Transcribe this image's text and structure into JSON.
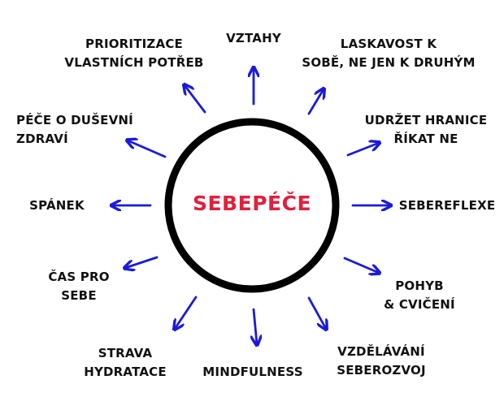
{
  "center": {
    "title": "SEBEPÉČE"
  },
  "colors": {
    "ring": "#000000",
    "arrow": "#1a1adb",
    "title": "#e0203c",
    "text": "#111111"
  },
  "items": [
    {
      "id": "vztahy",
      "lines": [
        "VZTAHY"
      ]
    },
    {
      "id": "laskavost",
      "lines": [
        "LASKAVOST K",
        "SOBĚ, NE JEN K  DRUHÝM"
      ]
    },
    {
      "id": "hranice",
      "lines": [
        "UDRŽET HRANICE",
        "ŘÍKAT NE"
      ]
    },
    {
      "id": "sebereflexe",
      "lines": [
        "SEBEREFLEXE"
      ]
    },
    {
      "id": "pohyb",
      "lines": [
        "POHYB",
        "& CVIČENÍ"
      ]
    },
    {
      "id": "vzdelavani",
      "lines": [
        "VZDĚLÁVÁNÍ",
        "SEBEROZVOJ"
      ]
    },
    {
      "id": "mindfulness",
      "lines": [
        "MINDFULNESS"
      ]
    },
    {
      "id": "strava",
      "lines": [
        "STRAVA",
        "HYDRATACE"
      ]
    },
    {
      "id": "cas",
      "lines": [
        "ČAS PRO",
        "SEBE"
      ]
    },
    {
      "id": "spanek",
      "lines": [
        "SPÁNEK"
      ]
    },
    {
      "id": "dusevni",
      "lines": [
        "PÉČE O DUŠEVNÍ",
        "ZDRAVÍ"
      ]
    },
    {
      "id": "prioritizace",
      "lines": [
        "PRIORITIZACE",
        "VLASTNÍCH POTŘEB"
      ]
    }
  ]
}
